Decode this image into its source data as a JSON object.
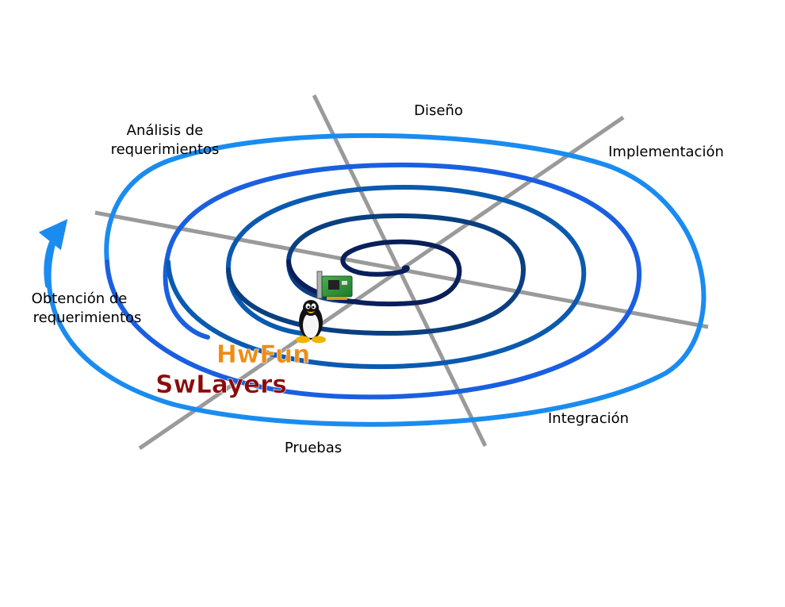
{
  "phases": {
    "analisis": [
      "Análisis de",
      "requerimientos"
    ],
    "diseno": "Diseño",
    "implementacion": "Implementación",
    "obtencion": [
      "Obtención de",
      "requerimientos"
    ],
    "integracion": "Integración",
    "pruebas": "Pruebas"
  },
  "brands": {
    "hwfun": "HwFun",
    "swlayers": "SwLayers"
  },
  "icons": [
    "network-card-icon",
    "tux-penguin-icon"
  ],
  "colors": {
    "axis": "#9a9a9a",
    "spiral_outer": "#1a8cf0",
    "spiral_mid": "#0050d0",
    "spiral_inner": "#0a2a6a",
    "hwfun": "#f08c14",
    "swlayers": "#8b0a0a"
  }
}
